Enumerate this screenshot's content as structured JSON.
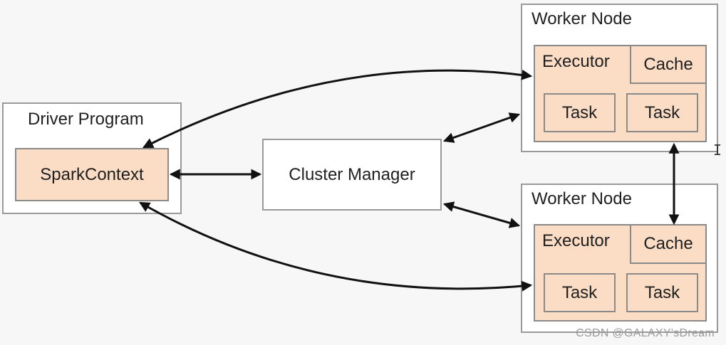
{
  "driver": {
    "title": "Driver Program",
    "spark_context": "SparkContext"
  },
  "cluster_manager": {
    "label": "Cluster Manager"
  },
  "worker_nodes": [
    {
      "title": "Worker Node",
      "executor_label": "Executor",
      "cache_label": "Cache",
      "tasks": [
        "Task",
        "Task"
      ]
    },
    {
      "title": "Worker Node",
      "executor_label": "Executor",
      "cache_label": "Cache",
      "tasks": [
        "Task",
        "Task"
      ]
    }
  ],
  "watermark": "CSDN @GALAXY'sDream",
  "colors": {
    "node_fill": "#fbdcc5",
    "border": "#8a8a8a",
    "arrow": "#111111",
    "background": "#f7f7f7"
  }
}
